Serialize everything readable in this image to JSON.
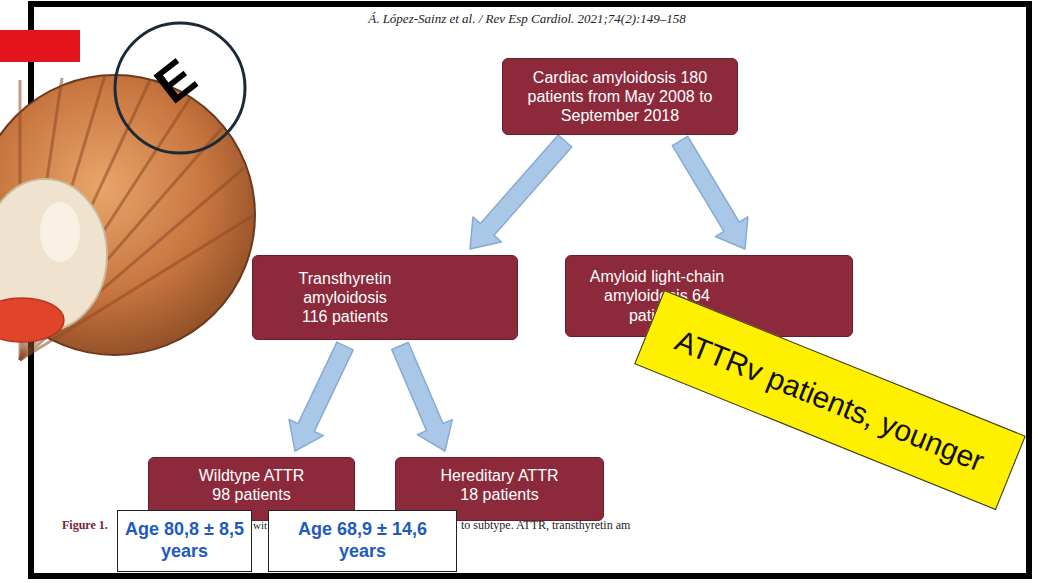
{
  "diagram": {
    "nodes": [
      {
        "text": [
          "E"
        ]
      },
      {
        "text": [
          "Cardiac amyloidosis 180 patients from May 2008 to September 2018"
        ]
      },
      {
        "text": [
          "Transthyretin amyloidosis 116 patients"
        ]
      },
      {
        "text": [
          "Amyloid light-chain amyloidosis 64 patients"
        ]
      },
      {
        "text": [
          "Wildtype ATTR 98 patients"
        ]
      },
      {
        "text": [
          "Hereditary ATTR 18 patients"
        ]
      },
      {
        "text": [
          "ATTRv patients, younger"
        ]
      },
      {
        "text": [
          "Age 80,8 ± 8,5 years"
        ]
      },
      {
        "text": [
          "Age 68,9 ± 14,6 years"
        ]
      }
    ],
    "edges": [
      {
        "from": 1,
        "to": 2,
        "arrow": "to"
      },
      {
        "from": 1,
        "to": 3,
        "arrow": "to"
      },
      {
        "from": 2,
        "to": 4,
        "arrow": "to"
      },
      {
        "from": 2,
        "to": 5,
        "arrow": "to"
      }
    ],
    "labels": [
      "Á. López-Sainz et al. / Rev Esp Cardiol. 2021;74(2):149–158",
      "Figure 1.",
      "wit",
      "to subtype. ATTR, transthyretin am"
    ]
  }
}
